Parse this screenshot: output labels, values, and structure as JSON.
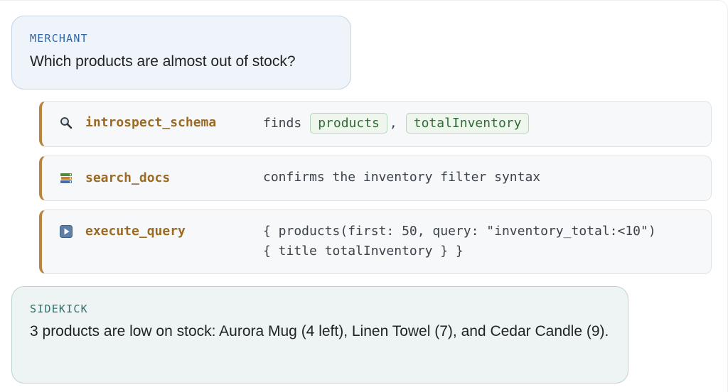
{
  "merchant": {
    "role": "MERCHANT",
    "message": "Which products are almost out of stock?"
  },
  "tools": [
    {
      "icon": "magnifier-icon",
      "name": "introspect_schema",
      "detail_prefix": "finds",
      "chips": [
        "products",
        "totalInventory"
      ],
      "separator": ","
    },
    {
      "icon": "books-icon",
      "name": "search_docs",
      "detail": "confirms the inventory filter syntax"
    },
    {
      "icon": "play-button-icon",
      "name": "execute_query",
      "detail_lines": [
        "{ products(first: 50, query: \"inventory_total:<10\")",
        "{ title totalInventory } }"
      ]
    }
  ],
  "sidekick": {
    "role": "SIDEKICK",
    "message": "3 products are low on stock: Aurora Mug (4 left), Linen Towel (7), and Cedar Candle (9)."
  },
  "colors": {
    "merchant_accent": "#2f67a6",
    "sidekick_accent": "#2c6f6c",
    "tool_accent": "#b9843e",
    "chip_green": "#2f6d34"
  }
}
